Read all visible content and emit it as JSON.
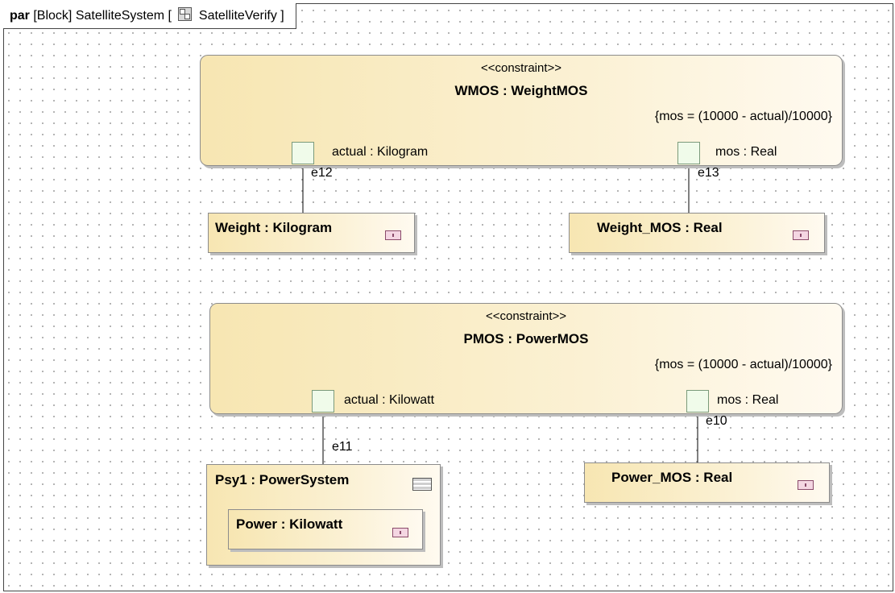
{
  "frame": {
    "keyword": "par",
    "prefix": "[Block] SatelliteSystem [",
    "diagram_name": "SatelliteVerify",
    "suffix": "]"
  },
  "icons": {
    "frame_diagram": "parametric-diagram-icon",
    "value_property": "value-property-icon",
    "part": "part-compartment-icon"
  },
  "colors": {
    "fill_start": "#f7e6b2",
    "fill_end": "#fffaf0",
    "port_fill": "#f0fbea",
    "grid_dot": "#a8a8a8"
  },
  "constraints": [
    {
      "stereotype": "<<constraint>>",
      "name": "WMOS : WeightMOS",
      "expression": "{mos = (10000 - actual)/10000}",
      "ports": [
        {
          "label": "actual : Kilogram"
        },
        {
          "label": "mos : Real"
        }
      ]
    },
    {
      "stereotype": "<<constraint>>",
      "name": "PMOS : PowerMOS",
      "expression": "{mos = (10000 - actual)/10000}",
      "ports": [
        {
          "label": "actual : Kilowatt"
        },
        {
          "label": "mos : Real"
        }
      ]
    }
  ],
  "properties": {
    "weight": "Weight : Kilogram",
    "weight_mos": "Weight_MOS : Real",
    "power_mos": "Power_MOS : Real",
    "psy1": "Psy1 : PowerSystem",
    "power": "Power : Kilowatt"
  },
  "connectors": {
    "e12": "e12",
    "e13": "e13",
    "e11": "e11",
    "e10": "e10"
  }
}
